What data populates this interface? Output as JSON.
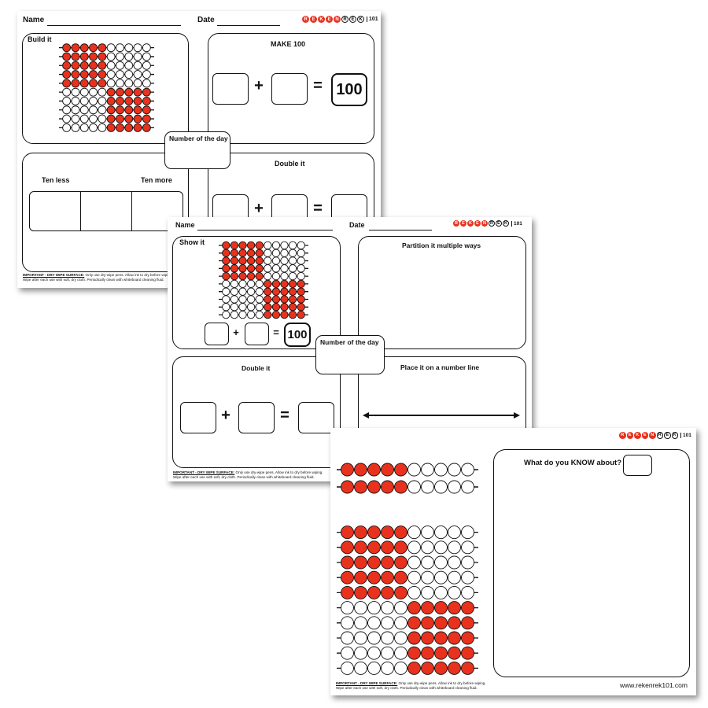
{
  "colors": {
    "bead_red": "#e8321e",
    "bead_white": "#ffffff",
    "line": "#111111"
  },
  "brand": {
    "letters": [
      "R",
      "E",
      "K",
      "E",
      "N",
      "R",
      "E",
      "K"
    ],
    "number": "101",
    "website": "www.rekenrek101.com"
  },
  "notice": {
    "heading": "IMPORTANT - DRY WIPE SURFACE:",
    "text1": "Only use dry-wipe pens. Allow ink to dry before wiping.",
    "text2": "Wipe after each use with soft, dry cloth. Periodically clean with whiteboard cleaning fluid."
  },
  "sheet1": {
    "name_label": "Name",
    "date_label": "Date",
    "build_title": "Build it",
    "make100_title": "MAKE 100",
    "plus": "+",
    "equals": "=",
    "hundred": "100",
    "number_of_day": "Number of the day",
    "ten_less": "Ten less",
    "ten_more": "Ten more",
    "double_title": "Double it"
  },
  "sheet2": {
    "name_label": "Name",
    "date_label": "Date",
    "show_title": "Show it",
    "partition_title": "Partition it multiple ways",
    "number_of_day": "Number of the day",
    "double_title": "Double it",
    "numberline_title": "Place it on a number line",
    "plus": "+",
    "equals": "=",
    "hundred": "100"
  },
  "sheet3": {
    "know_title": "What do you KNOW about?"
  },
  "abacus": {
    "rows": 10,
    "beads_per_row": 10,
    "red_left_rows": [
      0,
      1,
      2,
      3,
      4
    ],
    "red_left_count": 5,
    "red_right_rows": [
      5,
      6,
      7,
      8,
      9
    ],
    "red_right_count": 5
  },
  "abacus_small": {
    "rows": 2,
    "beads_per_row": 10,
    "red_left_count": 5
  }
}
